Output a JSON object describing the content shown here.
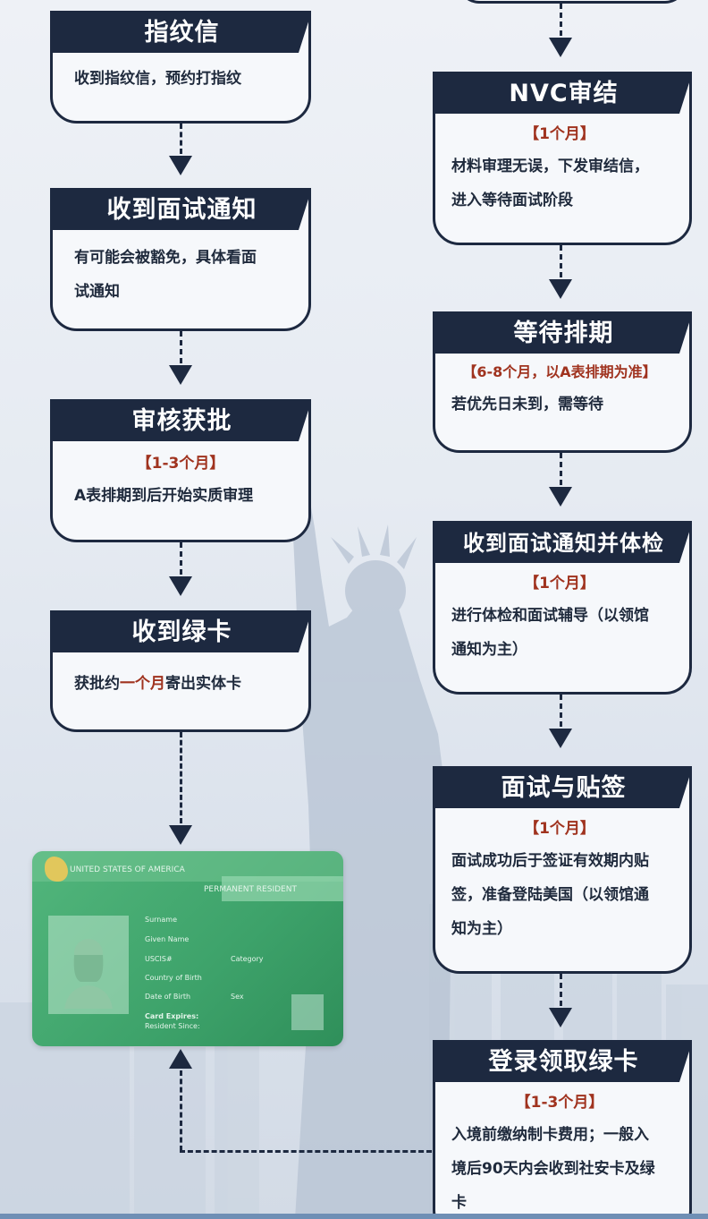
{
  "colors": {
    "navy": "#1d2940",
    "accent_red": "#a0331f",
    "card_green": "#3da26a"
  },
  "left": {
    "fingerprint": {
      "title": "指纹信",
      "body": "收到指纹信，预约打指纹"
    },
    "interview_notice": {
      "title": "收到面试通知",
      "body_line1": "有可能会被豁免，具体看面",
      "body_line2": "试通知"
    },
    "approval": {
      "title": "审核获批",
      "duration": "【1-3个月】",
      "body": "A表排期到后开始实质审理"
    },
    "green_card": {
      "title": "收到绿卡",
      "body_prefix": "获批约",
      "body_highlight": "一个月",
      "body_suffix": "寄出实体卡"
    }
  },
  "right": {
    "nvc": {
      "title": "NVC审结",
      "duration": "【1个月】",
      "body_line1": "材料审理无误，下发审结信，",
      "body_line2": "进入等待面试阶段"
    },
    "waiting": {
      "title": "等待排期",
      "duration": "【6-8个月，以A表排期为准】",
      "body": "若优先日未到，需等待"
    },
    "interview_medical": {
      "title": "收到面试通知并体检",
      "duration": "【1个月】",
      "body_line1": "进行体检和面试辅导（以领馆",
      "body_line2": "通知为主）"
    },
    "visa": {
      "title": "面试与贴签",
      "duration": "【1个月】",
      "body_line1": "面试成功后于签证有效期内贴",
      "body_line2": "签，准备登陆美国（以领馆通",
      "body_line3": "知为主）"
    },
    "entry": {
      "title": "登录领取绿卡",
      "duration": "【1-3个月】",
      "body_line1": "入境前缴纳制卡费用；一般入",
      "body_line2": "境后90天内会收到社安卡及绿",
      "body_line3": "卡"
    }
  },
  "green_card_image": {
    "country": "UNITED STATES OF AMERICA",
    "type": "PERMANENT RESIDENT",
    "fields": {
      "surname": "Surname",
      "given_name": "Given Name",
      "uscis": "USCIS#",
      "category": "Category",
      "country_of_birth": "Country of Birth",
      "date_of_birth": "Date of Birth",
      "sex": "Sex",
      "card_expires": "Card Expires:",
      "resident_since": "Resident Since:"
    }
  }
}
